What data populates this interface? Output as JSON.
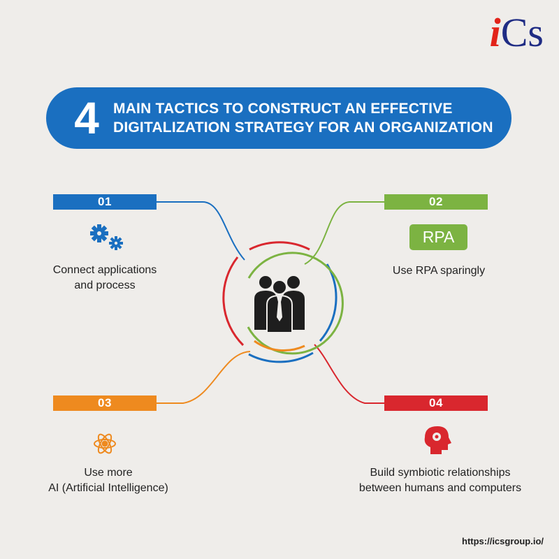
{
  "logo": {
    "i": "i",
    "cs": "Cs"
  },
  "banner": {
    "number": "4",
    "line1": "MAIN TACTICS TO CONSTRUCT AN EFFECTIVE",
    "line2": "DIGITALIZATION STRATEGY FOR AN ORGANIZATION"
  },
  "items": [
    {
      "num": "01",
      "line1": "Connect applications",
      "line2": "and process",
      "color": "#1a6fc0",
      "icon": "gears-icon"
    },
    {
      "num": "02",
      "line1": "Use RPA sparingly",
      "line2": "",
      "badge": "RPA",
      "color": "#7cb342",
      "icon": "rpa-badge"
    },
    {
      "num": "03",
      "line1": "Use more",
      "line2": "AI (Artificial Intelligence)",
      "color": "#ee8a1f",
      "icon": "atom-icon"
    },
    {
      "num": "04",
      "line1": "Build symbiotic relationships",
      "line2": "between humans and computers",
      "color": "#d9272e",
      "icon": "head-gear-icon"
    }
  ],
  "footer": {
    "url": "https://icsgroup.io/"
  },
  "colors": {
    "background": "#efedea",
    "blue": "#1a6fc0",
    "green": "#7cb342",
    "orange": "#ee8a1f",
    "red": "#d9272e"
  }
}
